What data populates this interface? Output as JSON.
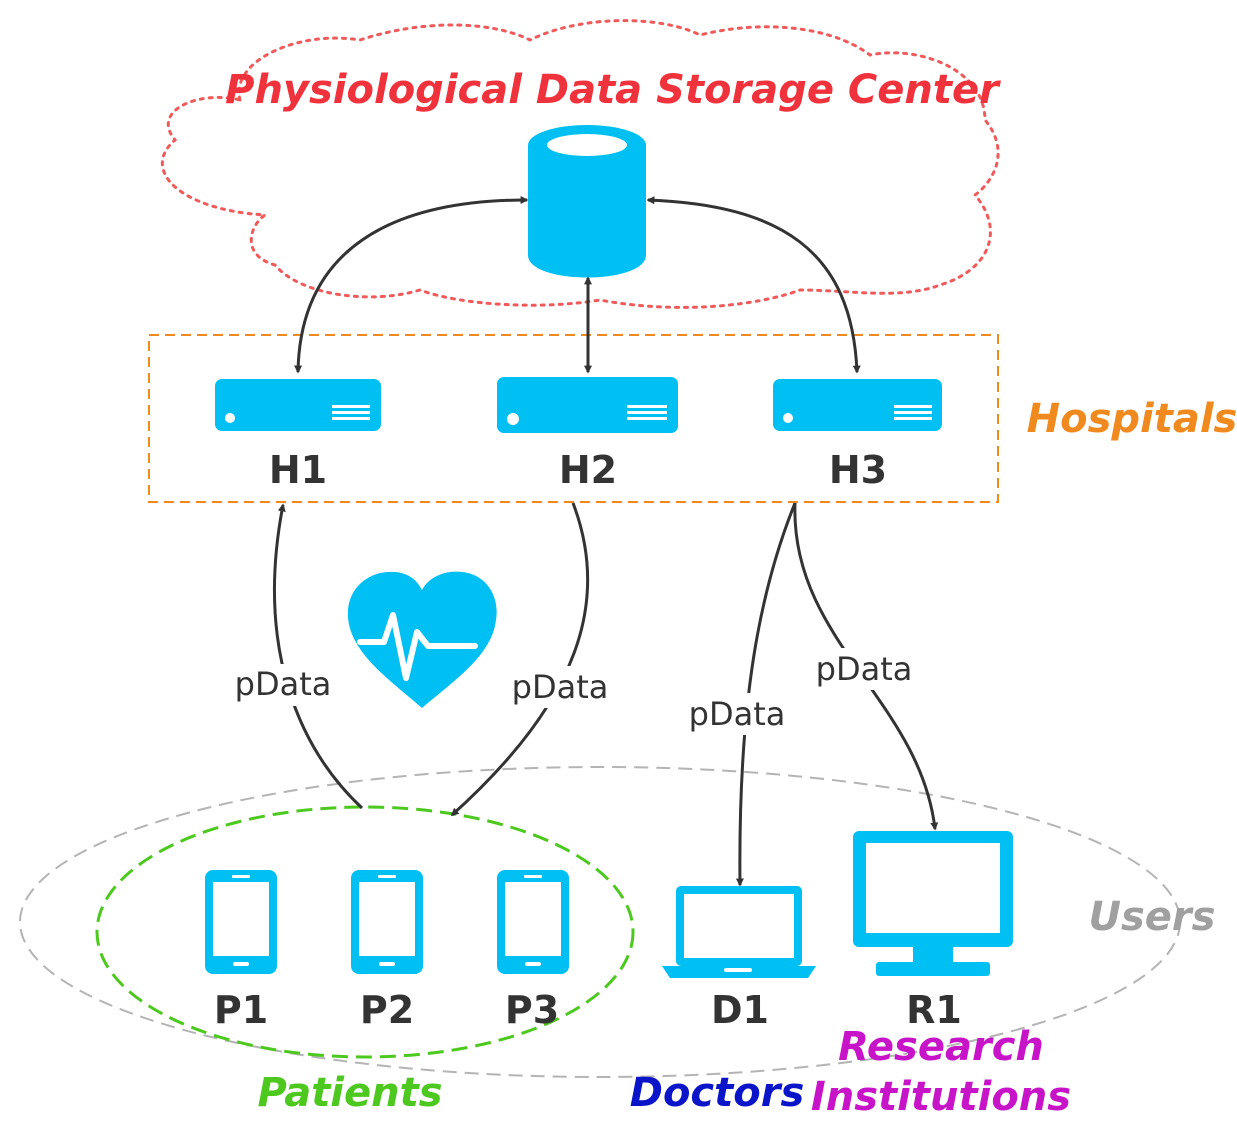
{
  "title": "Physiological Data Storage Center",
  "groups": {
    "hospitals": "Hospitals",
    "users": "Users",
    "patients": "Patients",
    "doctors": "Doctors",
    "research_line1": "Research",
    "research_line2": "Institutions"
  },
  "nodes": {
    "h1": "H1",
    "h2": "H2",
    "h3": "H3",
    "p1": "P1",
    "p2": "P2",
    "p3": "P3",
    "d1": "D1",
    "r1": "R1"
  },
  "edges": {
    "p_to_h1": "pData",
    "h2_to_p": "pData",
    "h3_to_d1": "pData",
    "h3_to_r1": "pData"
  },
  "colors": {
    "device": "#00BFF3",
    "arrow": "#333333",
    "cloud": "#F05A5A",
    "title": "#F0323C",
    "hospitals": "#F08A1E",
    "users": "#A0A0A0",
    "patients": "#4DC81E",
    "doctors": "#0A14C8",
    "research": "#C814C8"
  },
  "icons": [
    "database-icon",
    "server-icon",
    "heart-pulse-icon",
    "phone-icon",
    "laptop-icon",
    "monitor-icon"
  ]
}
